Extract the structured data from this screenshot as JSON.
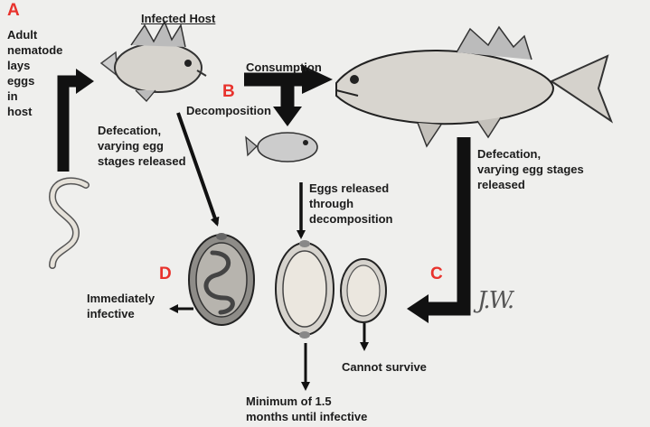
{
  "colors": {
    "letter": "#e8322c",
    "ink": "#1c1c1c",
    "paper": "#efefed"
  },
  "letters": {
    "a": "A",
    "b": "B",
    "c": "C",
    "d": "D"
  },
  "labels": {
    "infected_host": "Infected Host",
    "adult_lines": [
      "Adult",
      "nematode",
      "lays",
      "eggs",
      "in",
      "host"
    ],
    "consumption": "Consumption",
    "decomposition": "Decomposition",
    "defecation_left": [
      "Defecation,",
      "varying egg",
      "stages released"
    ],
    "defecation_right": [
      "Defecation,",
      "varying egg stages",
      "released"
    ],
    "eggs_released": [
      "Eggs released",
      "through",
      "decomposition"
    ],
    "immediately": [
      "Immediately",
      "infective"
    ],
    "cannot_survive": "Cannot survive",
    "minimum": [
      "Minimum of 1.5",
      "months until infective"
    ]
  },
  "signature": "J.W."
}
